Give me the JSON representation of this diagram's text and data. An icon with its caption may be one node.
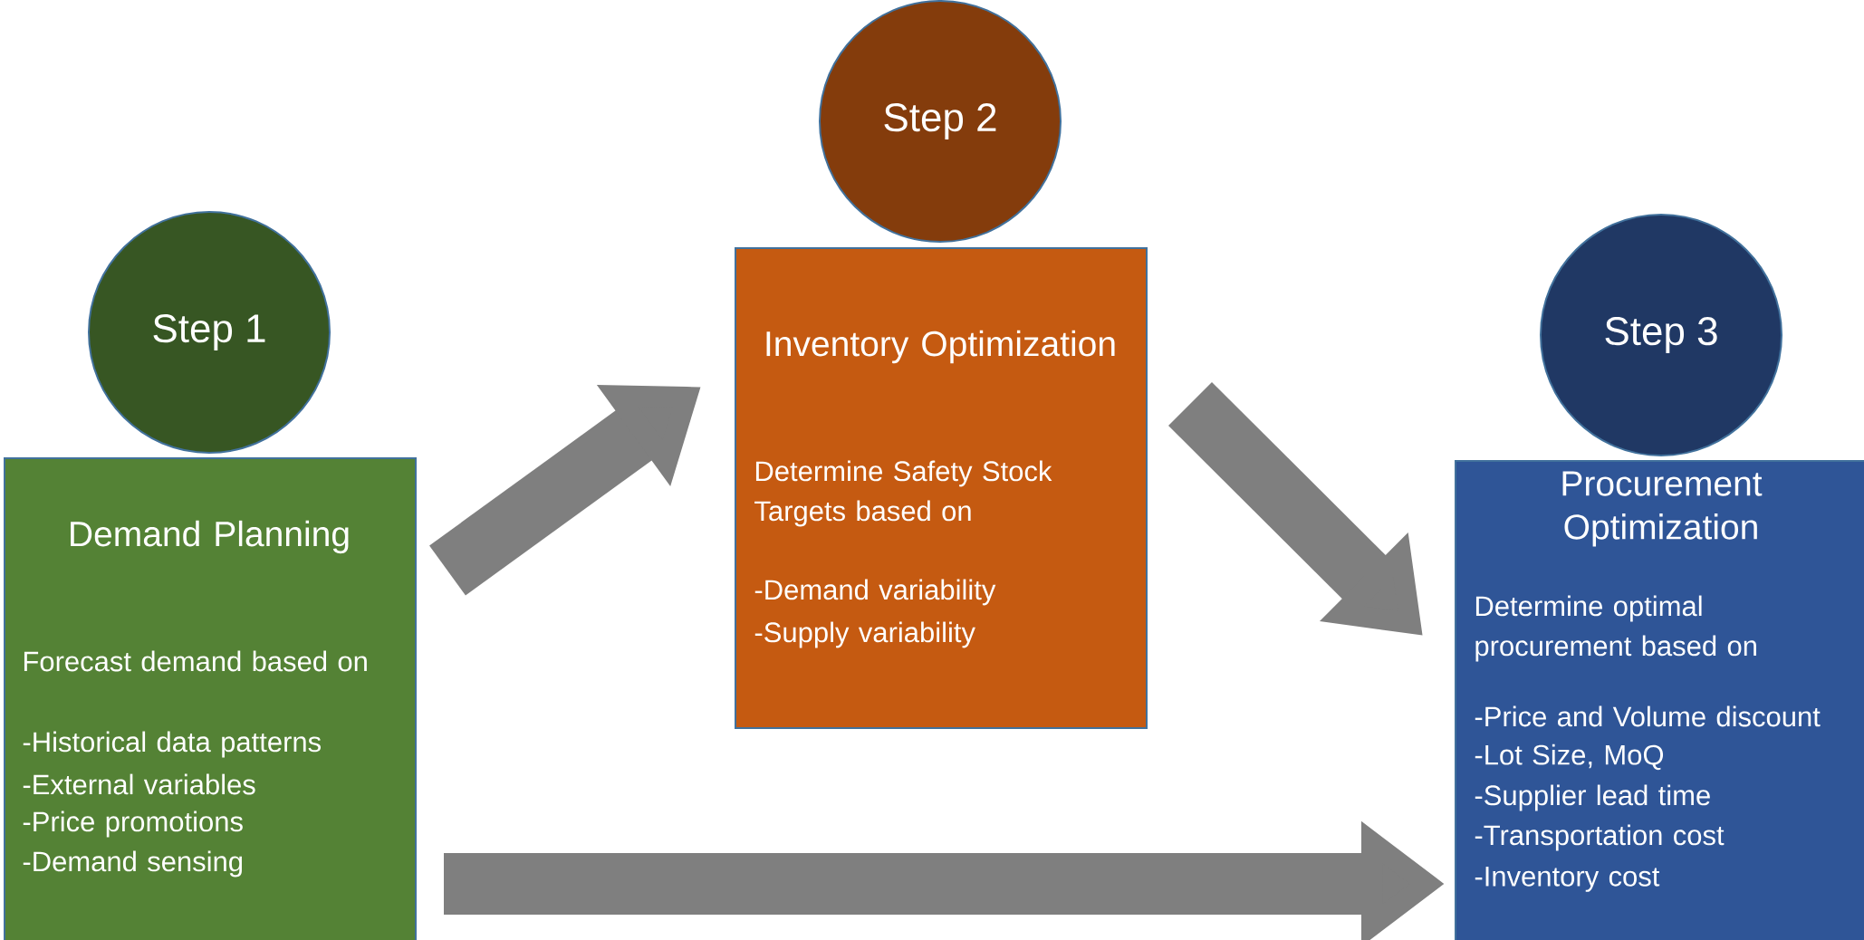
{
  "diagram": {
    "nodes": [
      {
        "text": [
          "Step 1"
        ]
      },
      {
        "text": [
          "Demand Planning",
          "Forecast demand based on",
          "-Historical data patterns",
          "-External variables",
          "-Price promotions",
          "-Demand sensing"
        ]
      },
      {
        "text": [
          "Step 2"
        ]
      },
      {
        "text": [
          "Inventory Optimization",
          "Determine Safety Stock Targets based on",
          "-Demand variability",
          "-Supply variability"
        ]
      },
      {
        "text": [
          "Step 3"
        ]
      },
      {
        "text": [
          "Procurement Optimization",
          "Determine optimal procurement based on",
          "-Price and Volume discount",
          "-Lot Size, MoQ",
          "-Supplier lead time",
          "-Transportation cost",
          "-Inventory cost"
        ]
      }
    ],
    "edges": [
      {
        "from": 1,
        "to": 3,
        "arrow": "to"
      },
      {
        "from": 3,
        "to": 5,
        "arrow": "to"
      },
      {
        "from": 1,
        "to": 5,
        "arrow": "to"
      }
    ]
  }
}
